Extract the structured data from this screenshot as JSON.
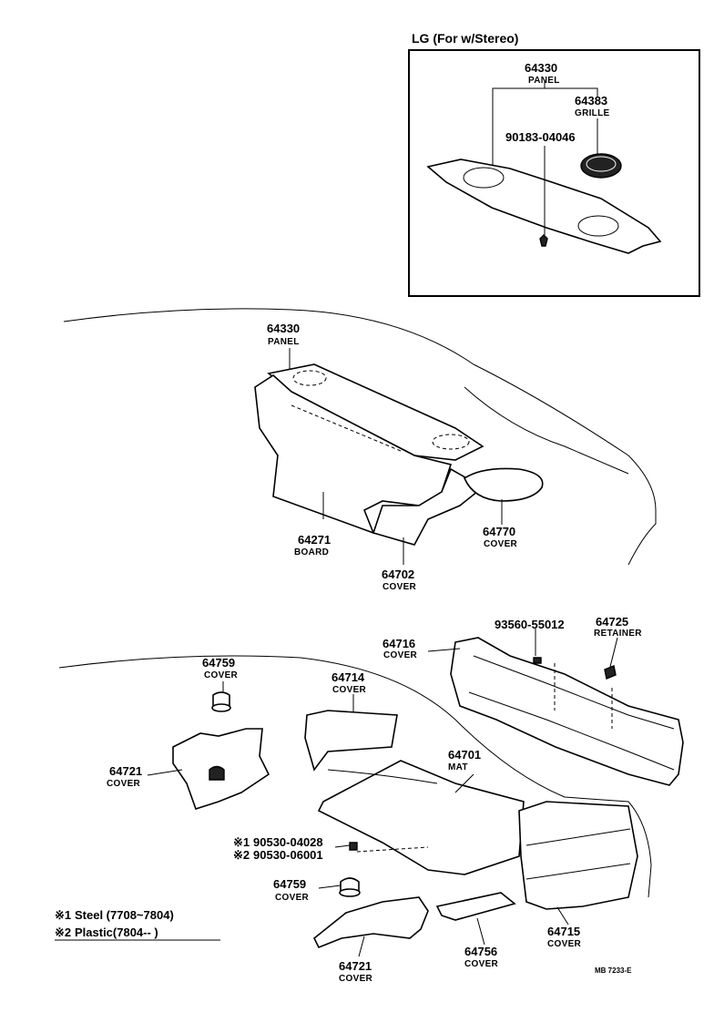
{
  "inset": {
    "title": "LG (For w/Stereo)",
    "parts": [
      {
        "number": "64330",
        "name": "PANEL"
      },
      {
        "number": "64383",
        "name": "GRILLE"
      },
      {
        "number": "90183-04046",
        "name": ""
      }
    ]
  },
  "upper": [
    {
      "number": "64330",
      "name": "PANEL"
    },
    {
      "number": "64271",
      "name": "BOARD"
    },
    {
      "number": "64702",
      "name": "COVER"
    },
    {
      "number": "64770",
      "name": "COVER"
    }
  ],
  "lower": [
    {
      "number": "93560-55012",
      "name": ""
    },
    {
      "number": "64725",
      "name": "RETAINER"
    },
    {
      "number": "64716",
      "name": "COVER"
    },
    {
      "number": "64759",
      "name": "COVER"
    },
    {
      "number": "64714",
      "name": "COVER"
    },
    {
      "number": "64721",
      "name": "COVER"
    },
    {
      "number": "64701",
      "name": "MAT"
    },
    {
      "number": "64759",
      "name": "COVER"
    },
    {
      "number": "64721",
      "name": "COVER"
    },
    {
      "number": "64756",
      "name": "COVER"
    },
    {
      "number": "64715",
      "name": "COVER"
    }
  ],
  "fasteners": [
    {
      "mark": "※1",
      "number": "90530-04028"
    },
    {
      "mark": "※2",
      "number": "90530-06001"
    }
  ],
  "notes": [
    {
      "mark": "※1",
      "text": "Steel (7708~7804)"
    },
    {
      "mark": "※2",
      "text": "Plastic(7804--        )"
    }
  ],
  "reference": "MB  7233-E"
}
